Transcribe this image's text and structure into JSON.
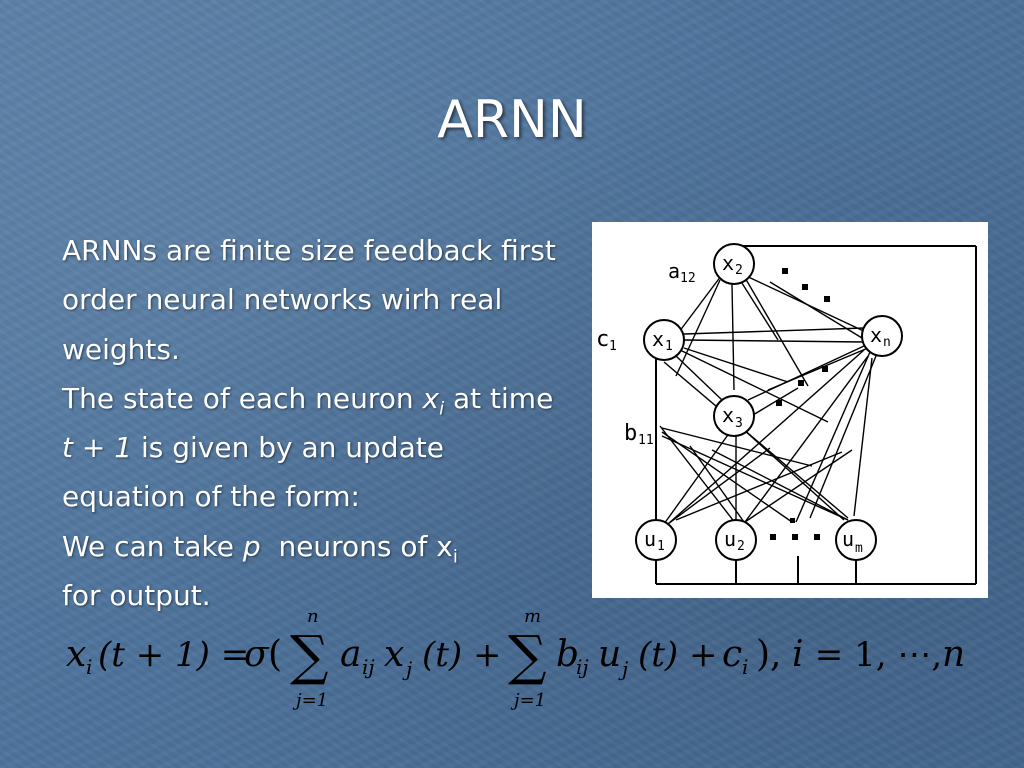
{
  "slide": {
    "title": "ARNN",
    "lines": [
      {
        "parts": [
          {
            "t": "ARNNs are finite size feedback first"
          }
        ]
      },
      {
        "parts": [
          {
            "t": "order neural networks wirh real"
          }
        ]
      },
      {
        "parts": [
          {
            "t": "weights."
          }
        ]
      },
      {
        "parts": [
          {
            "t": "The state of each neuron "
          },
          {
            "t": "x",
            "style": "it"
          },
          {
            "t": "i",
            "style": "it-sub"
          },
          {
            "t": " at time"
          }
        ]
      },
      {
        "parts": [
          {
            "t": "t + 1",
            "style": "it"
          },
          {
            "t": " is given by an update"
          }
        ]
      },
      {
        "parts": [
          {
            "t": "equation of the form:"
          }
        ]
      },
      {
        "parts": [
          {
            "t": "We can take "
          },
          {
            "t": "p",
            "style": "it"
          },
          {
            "t": "  neurons of x"
          },
          {
            "t": "i",
            "style": "sub"
          }
        ]
      },
      {
        "parts": [
          {
            "t": "for output."
          }
        ]
      }
    ]
  },
  "diagram": {
    "nodes": [
      {
        "id": "x2",
        "label": "x",
        "sub": "2"
      },
      {
        "id": "x1",
        "label": "x",
        "sub": "1"
      },
      {
        "id": "xn",
        "label": "x",
        "sub": "n"
      },
      {
        "id": "x3",
        "label": "x",
        "sub": "3"
      },
      {
        "id": "u1",
        "label": "u",
        "sub": "1"
      },
      {
        "id": "u2",
        "label": "u",
        "sub": "2"
      },
      {
        "id": "um",
        "label": "u",
        "sub": "m"
      }
    ],
    "labels": {
      "a12_main": "a",
      "a12_sub": "12",
      "c1_main": "c",
      "c1_sub": "1",
      "b11_main": "b",
      "b11_sub": "11"
    }
  },
  "formula": {
    "lhs_x": "x",
    "lhs_i": "i",
    "lhs_arg": "(t + 1) =",
    "sigma": "σ",
    "open": "(",
    "sum1_top": "n",
    "sum1_bot": "j=1",
    "a": "a",
    "a_sub": "ij",
    "x": "x",
    "x_sub": "j",
    "t1": "(t) +",
    "sum2_top": "m",
    "sum2_bot": "j=1",
    "b": "b",
    "b_sub": "ij",
    "u": "u",
    "u_sub": "j",
    "t2": "(t) +",
    "c": "c",
    "c_sub": "i",
    "close": "),",
    "tail_i": "i",
    "tail": " = 1, ⋯, ",
    "tail_n": "n",
    "sum_symbol": "∑"
  }
}
